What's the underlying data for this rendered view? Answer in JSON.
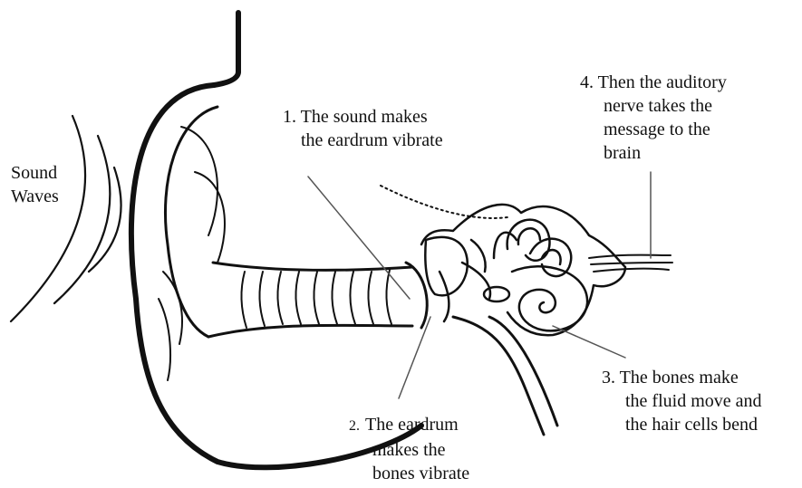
{
  "sound_waves": {
    "line1": "Sound",
    "line2": "Waves"
  },
  "step1": {
    "number": "1.",
    "line1": "The sound makes",
    "line2": "the eardrum vibrate"
  },
  "step2": {
    "number": "2.",
    "line1": "The eardrum",
    "line2": "makes the",
    "line3": "bones vibrate"
  },
  "step3": {
    "number": "3.",
    "line1": "The bones make",
    "line2": "the fluid move and",
    "line3": "the hair cells bend"
  },
  "step4": {
    "number": "4.",
    "line1": "Then the auditory",
    "line2": "nerve takes the",
    "line3": "message to the",
    "line4": "brain"
  }
}
